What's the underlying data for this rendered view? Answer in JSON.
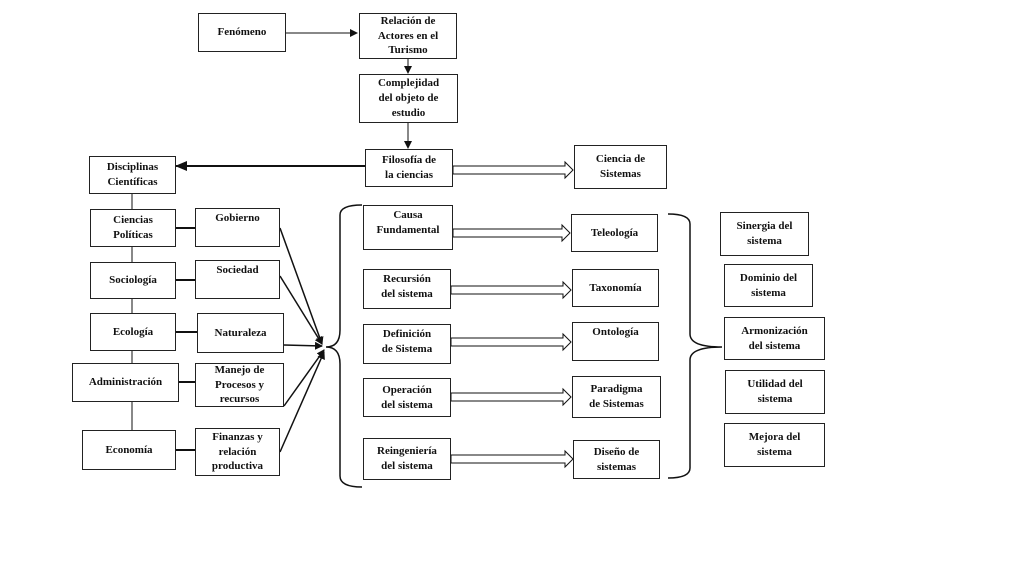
{
  "diagram": {
    "nodes": {
      "fenomeno": "Fenómeno",
      "relacion": "Relación de\nActores en el\nTurismo",
      "complejidad": "Complejidad\ndel objeto de\nestudio",
      "filosofia": "Filosofía de\nla ciencias",
      "disciplinas": "Disciplinas\nCientíficas",
      "ciencia_sistemas": "Ciencia de\nSistemas",
      "ciencias_politicas": "Ciencias\nPolíticas",
      "gobierno": "Gobierno",
      "sociologia": "Sociología",
      "sociedad": "Sociedad",
      "ecologia": "Ecología",
      "naturaleza": "Naturaleza",
      "administracion": "Administración",
      "manejo": "Manejo de\nProcesos y\nrecursos",
      "economia": "Economía",
      "finanzas": "Finanzas y\nrelación\nproductiva",
      "causa": "Causa\nFundamental",
      "recursion": "Recursión\ndel sistema",
      "definicion": "Definición\nde Sistema",
      "operacion": "Operación\ndel sistema",
      "reingenieria": "Reingeniería\ndel sistema",
      "teleologia": "Teleología",
      "taxonomia": "Taxonomía",
      "ontologia": "Ontología",
      "paradigma": "Paradigma\nde Sistemas",
      "diseno": "Diseño de\nsistemas",
      "sinergia": "Sinergia del\nsistema",
      "dominio": "Dominio del\nsistema",
      "armonizacion": "Armonización\ndel sistema",
      "utilidad": "Utilidad del\nsistema",
      "mejora": "Mejora del\nsistema"
    }
  }
}
